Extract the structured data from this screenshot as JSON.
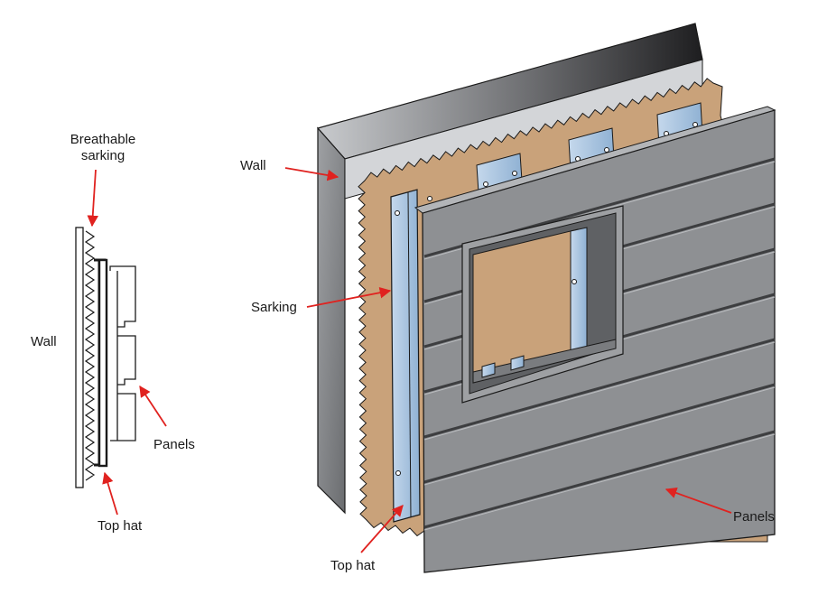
{
  "labels": {
    "breathable_sarking": "Breathable\nsarking",
    "left_wall": "Wall",
    "left_panels": "Panels",
    "left_top_hat": "Top hat",
    "right_wall": "Wall",
    "right_sarking": "Sarking",
    "right_top_hat": "Top hat",
    "right_panels": "Panels"
  },
  "colors": {
    "arrow": "#e0221f",
    "wall_face": "#8f9194",
    "wall_top": "#3a3a3c",
    "wall_side": "#b8babd",
    "sarking": "#c9a27a",
    "top_hat": "#a9c4df",
    "panel": "#8e9093",
    "panel_line": "#4a4b4d",
    "outline": "#1a1a1a"
  }
}
